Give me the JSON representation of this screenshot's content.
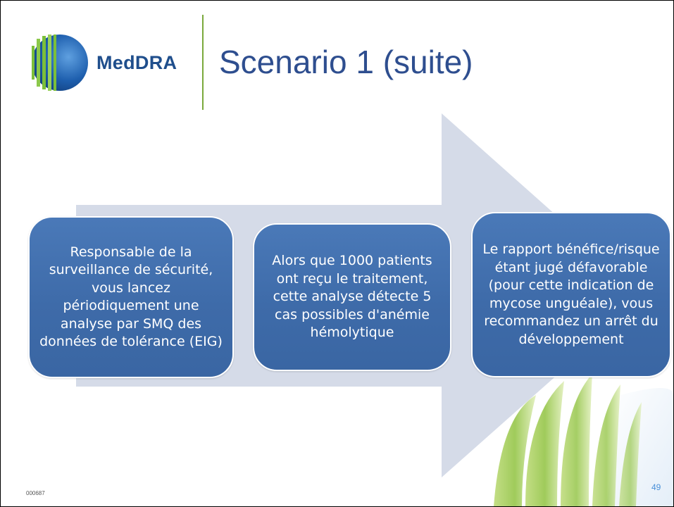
{
  "slide": {
    "logo_text": "MedDRA",
    "title": "Scenario 1 (suite)",
    "boxes": [
      {
        "text": "Responsable de la surveillance de sécurité, vous lancez périodiquement une analyse par SMQ des données de tolérance (EIG)"
      },
      {
        "text": "Alors que 1000 patients ont reçu le traitement, cette analyse détecte 5 cas possibles d'anémie hémolytique"
      },
      {
        "text": "Le rapport bénéfice/risque étant jugé défavorable (pour cette indication de mycose unguéale), vous recommandez un arrêt du développement"
      }
    ],
    "footer_code": "000687",
    "page_number": "49"
  },
  "colors": {
    "box_fill": "#3e6ba9",
    "arrow_fill": "#d5dbe8",
    "title_color": "#2e4e8f",
    "logo_text_color": "#1f4e8c",
    "divider_color": "#7aa93c",
    "page_number_color": "#4a90d9"
  }
}
